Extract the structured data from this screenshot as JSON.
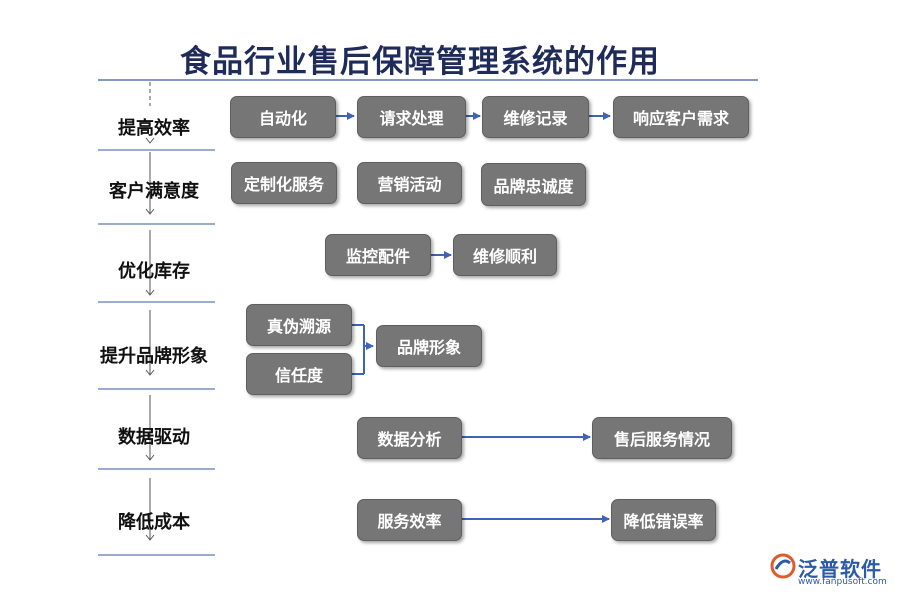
{
  "title": "食品行业售后保障管理系统的作用",
  "rows": [
    {
      "label": "提高效率"
    },
    {
      "label": "客户满意度"
    },
    {
      "label": "优化库存"
    },
    {
      "label": "提升品牌形象"
    },
    {
      "label": "数据驱动"
    },
    {
      "label": "降低成本"
    }
  ],
  "boxes": {
    "automation": "自动化",
    "request_handling": "请求处理",
    "repair_records": "维修记录",
    "respond_customer_needs": "响应客户需求",
    "custom_service": "定制化服务",
    "marketing": "营销活动",
    "brand_loyalty": "品牌忠诚度",
    "monitor_parts": "监控配件",
    "smooth_repair": "维修顺利",
    "authenticity_trace": "真伪溯源",
    "trust": "信任度",
    "brand_image": "品牌形象",
    "data_analysis": "数据分析",
    "after_sales_status": "售后服务情况",
    "service_efficiency": "服务效率",
    "reduce_error_rate": "降低错误率"
  },
  "logo": {
    "name": "泛普软件",
    "url": "www.fanpusoft.com"
  },
  "colors": {
    "box": "#767676",
    "arrow": "#3f63b5",
    "line": "#3a5a9e",
    "title": "#1f2c5a"
  }
}
